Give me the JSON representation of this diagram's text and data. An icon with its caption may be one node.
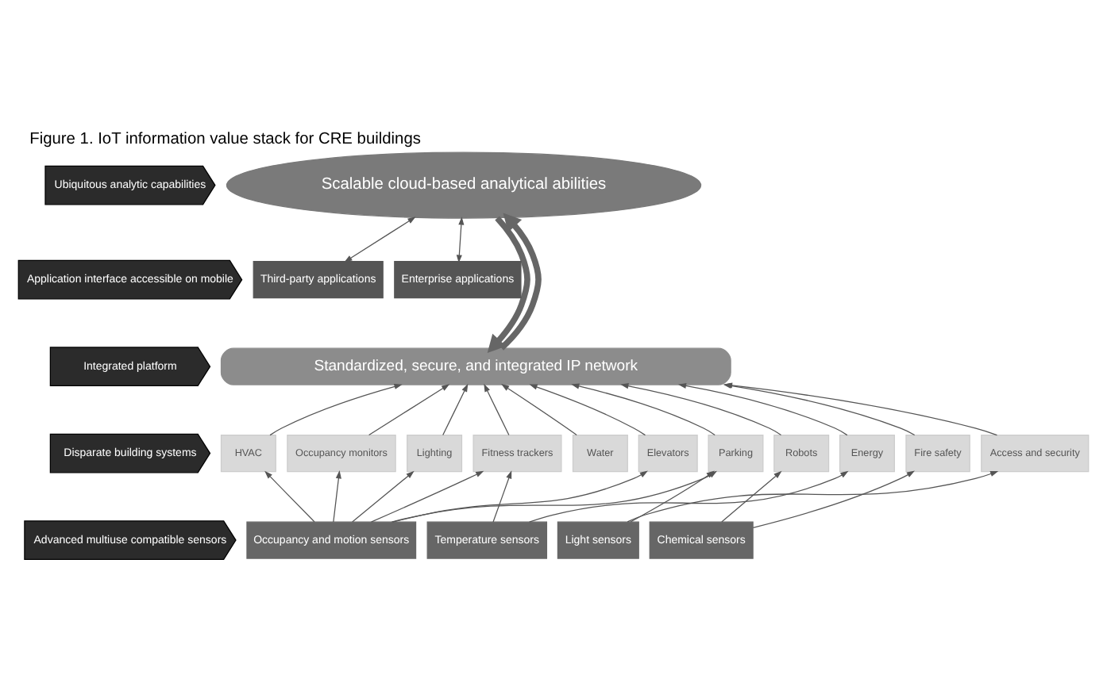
{
  "diagram": {
    "title": "Figure 1. IoT information value stack for CRE buildings",
    "nodes": [
      {
        "text": [
          "Ubiquitous analytic capabilities"
        ]
      },
      {
        "text": [
          "Application interface accessible on mobile"
        ]
      },
      {
        "text": [
          "Integrated platform"
        ]
      },
      {
        "text": [
          "Disparate building systems"
        ]
      },
      {
        "text": [
          "Advanced multiuse compatible sensors"
        ]
      },
      {
        "text": [
          "Scalable cloud-based analytical abilities"
        ]
      },
      {
        "text": [
          "Third-party applications"
        ]
      },
      {
        "text": [
          "Enterprise applications"
        ]
      },
      {
        "text": [
          "Standardized, secure, and integrated IP network"
        ]
      },
      {
        "text": [
          "HVAC"
        ]
      },
      {
        "text": [
          "Occupancy monitors"
        ]
      },
      {
        "text": [
          "Lighting"
        ]
      },
      {
        "text": [
          "Fitness trackers"
        ]
      },
      {
        "text": [
          "Water"
        ]
      },
      {
        "text": [
          "Elevators"
        ]
      },
      {
        "text": [
          "Parking"
        ]
      },
      {
        "text": [
          "Robots"
        ]
      },
      {
        "text": [
          "Energy"
        ]
      },
      {
        "text": [
          "Fire safety"
        ]
      },
      {
        "text": [
          "Access and security"
        ]
      },
      {
        "text": [
          "Occupancy and motion sensors"
        ]
      },
      {
        "text": [
          "Temperature sensors"
        ]
      },
      {
        "text": [
          "Light sensors"
        ]
      },
      {
        "text": [
          "Chemical sensors"
        ]
      }
    ],
    "edges": [
      {
        "from": 6,
        "to": 5,
        "arrow": "both"
      },
      {
        "from": 7,
        "to": 5,
        "arrow": "both"
      },
      {
        "from": 8,
        "to": 5,
        "arrow": "to",
        "style": "thick"
      },
      {
        "from": 5,
        "to": 8,
        "arrow": "to",
        "style": "thick"
      },
      {
        "from": 9,
        "to": 8,
        "arrow": "to"
      },
      {
        "from": 10,
        "to": 8,
        "arrow": "to"
      },
      {
        "from": 11,
        "to": 8,
        "arrow": "to"
      },
      {
        "from": 12,
        "to": 8,
        "arrow": "to"
      },
      {
        "from": 13,
        "to": 8,
        "arrow": "to"
      },
      {
        "from": 14,
        "to": 8,
        "arrow": "to"
      },
      {
        "from": 15,
        "to": 8,
        "arrow": "to"
      },
      {
        "from": 16,
        "to": 8,
        "arrow": "to"
      },
      {
        "from": 17,
        "to": 8,
        "arrow": "to"
      },
      {
        "from": 18,
        "to": 8,
        "arrow": "to"
      },
      {
        "from": 19,
        "to": 8,
        "arrow": "to"
      },
      {
        "from": 20,
        "to": 9,
        "arrow": "to"
      },
      {
        "from": 20,
        "to": 10,
        "arrow": "to"
      },
      {
        "from": 20,
        "to": 11,
        "arrow": "to"
      },
      {
        "from": 20,
        "to": 12,
        "arrow": "to"
      },
      {
        "from": 20,
        "to": 14,
        "arrow": "to"
      },
      {
        "from": 20,
        "to": 15,
        "arrow": "to"
      },
      {
        "from": 21,
        "to": 12,
        "arrow": "to"
      },
      {
        "from": 21,
        "to": 17,
        "arrow": "to"
      },
      {
        "from": 22,
        "to": 15,
        "arrow": "to"
      },
      {
        "from": 22,
        "to": 19,
        "arrow": "to"
      },
      {
        "from": 23,
        "to": 16,
        "arrow": "to"
      },
      {
        "from": 23,
        "to": 18,
        "arrow": "to"
      }
    ]
  }
}
